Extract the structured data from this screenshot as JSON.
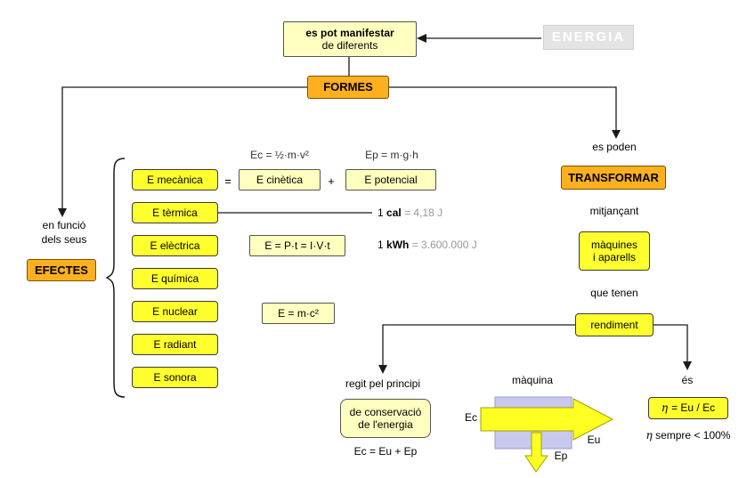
{
  "colors": {
    "bright_yellow": "#ffff2e",
    "pale_yellow": "#ffffc0",
    "orange": "#ffb01e",
    "gray_box": "#e4e4e4",
    "machine_purple": "#c9c9ef",
    "muted_text": "#999999",
    "line": "#1a1a1a"
  },
  "top": {
    "energia": "ENERGIA",
    "manifestar_bold": "es pot manifestar",
    "manifestar_rest": "de diferents",
    "formes": "FORMES"
  },
  "left": {
    "en_funcio_1": "en funció",
    "en_funcio_2": "dels seus",
    "efectes": "EFECTES"
  },
  "energies": [
    "E mecànica",
    "E tèrmica",
    "E elèctrica",
    "E química",
    "E nuclear",
    "E radiant",
    "E sonora"
  ],
  "formulas": {
    "ec": "Ec = ½·m·v²",
    "ep": "Ep = m·g·h",
    "equals": "=",
    "plus": "+",
    "cinetica": "E cinètica",
    "potencial": "E potencial",
    "cal_pre": "1",
    "cal_bold": "cal",
    "cal_rest": "= 4,18 J",
    "electrica_formula": "E = P·t = I·V·t",
    "kwh_pre": "1",
    "kwh_bold": "kWh",
    "kwh_rest": "= 3.600.000 J",
    "nuclear_formula": "E = m·c²"
  },
  "right": {
    "es_poden": "es poden",
    "transformar": "TRANSFORMAR",
    "mitjancant": "mitjançant",
    "maquines_1": "màquines",
    "maquines_2": "i aparells",
    "que_tenen": "que tenen",
    "rendiment": "rendiment"
  },
  "bottom": {
    "regit": "regit pel principi",
    "conservacio_1": "de conservació",
    "conservacio_2": "de l'energia",
    "ec_eu_ep": "Ec = Eu + Ep",
    "maquina": "màquina",
    "ec_label": "Ec",
    "eu_label": "Eu",
    "ep_label": "Ep",
    "es_label": "és",
    "eta_symbol": "η",
    "eta_formula_rest": "= Eu / Ec",
    "eta_note_rest": "sempre < 100%"
  }
}
